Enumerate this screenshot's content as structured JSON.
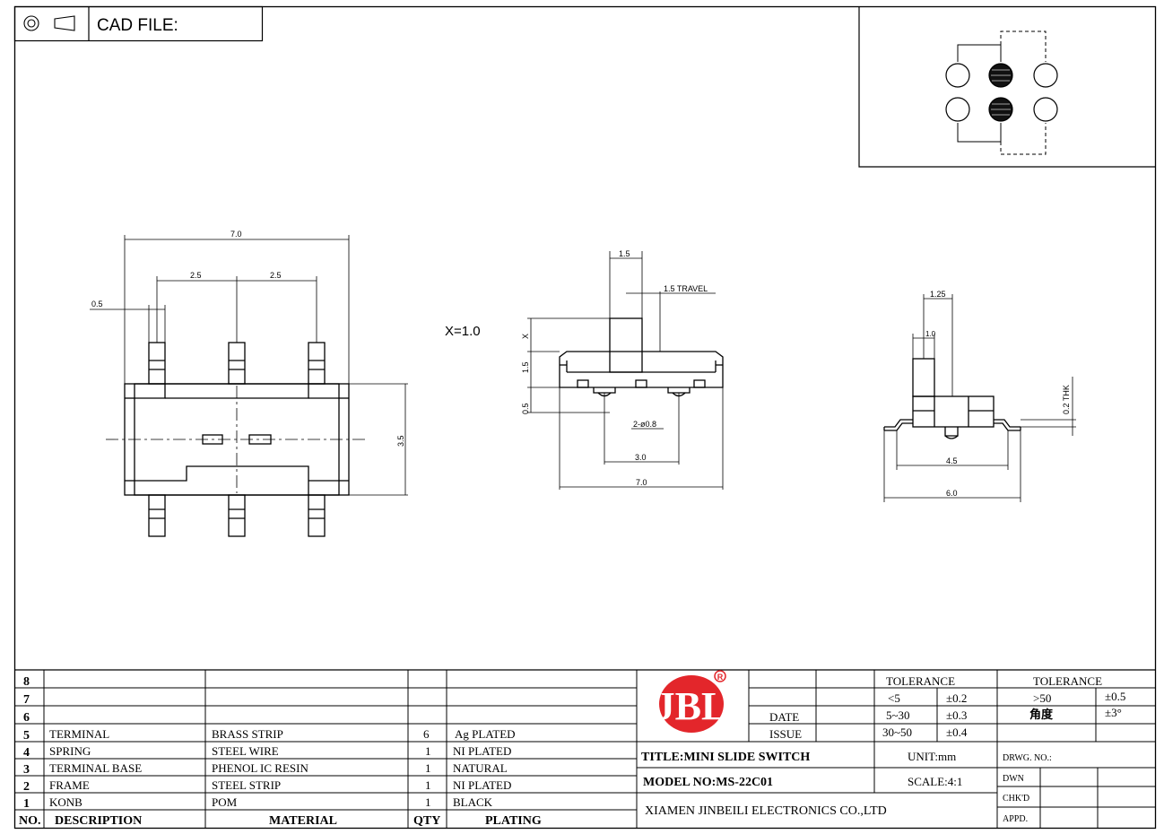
{
  "header": {
    "cad_label": "CAD FILE:"
  },
  "dimensions": {
    "top_view": {
      "overall_width": "7.0",
      "pitch_left": "2.5",
      "pitch_right": "2.5",
      "pin_width": "0.5",
      "body_height": "3.5"
    },
    "side_view": {
      "x_note": "X=1.0",
      "knob_width": "1.5",
      "travel": "1.5 TRAVEL",
      "x_label": "X",
      "knob_height": "1.5",
      "base_height": "0.5",
      "post_dia": "2-ø0.8",
      "post_pitch": "3.0",
      "overall_width": "7.0"
    },
    "end_view": {
      "top_width": "1.25",
      "knob_width": "1.0",
      "thickness": "0.2 THK",
      "inner_width": "4.5",
      "overall_width": "6.0"
    }
  },
  "title_block": {
    "rows": [
      {
        "no": "8",
        "description": "",
        "material": "",
        "qty": "",
        "plating": ""
      },
      {
        "no": "7",
        "description": "",
        "material": "",
        "qty": "",
        "plating": ""
      },
      {
        "no": "6",
        "description": "",
        "material": "",
        "qty": "",
        "plating": ""
      },
      {
        "no": "5",
        "description": "TERMINAL",
        "material": "BRASS STRIP",
        "qty": "6",
        "plating": "Ag PLATED"
      },
      {
        "no": "4",
        "description": "SPRING",
        "material": "STEEL WIRE",
        "qty": "1",
        "plating": "NI PLATED"
      },
      {
        "no": "3",
        "description": "TERMINAL BASE",
        "material": "PHENOL IC RESIN",
        "qty": "1",
        "plating": "NATURAL"
      },
      {
        "no": "2",
        "description": "FRAME",
        "material": "STEEL STRIP",
        "qty": "1",
        "plating": "NI PLATED"
      },
      {
        "no": "1",
        "description": "KONB",
        "material": "POM",
        "qty": "1",
        "plating": "BLACK"
      }
    ],
    "headers": {
      "no": "NO.",
      "description": "DESCRIPTION",
      "material": "MATERIAL",
      "qty": "QTY",
      "plating": "PLATING"
    },
    "date_label": "DATE",
    "issue_label": "ISSUE",
    "tolerance_label": "TOLERANCE",
    "tolerance_left": [
      {
        "range": "<5",
        "value": "±0.2"
      },
      {
        "range": "5~30",
        "value": "±0.3"
      },
      {
        "range": "30~50",
        "value": "±0.4"
      }
    ],
    "tolerance_right": [
      {
        "range": ">50",
        "value": "±0.5"
      },
      {
        "range": "角度",
        "value": "±3°"
      }
    ],
    "title": "TITLE:MINI SLIDE SWITCH",
    "unit": "UNIT:mm",
    "model": "MODEL NO:MS-22C01",
    "scale": "SCALE:4:1",
    "company": "XIAMEN JINBEILI ELECTRONICS CO.,LTD",
    "drwg_no": "DRWG. NO.:",
    "dwn": "DWN",
    "chkd": "CHK'D",
    "appd": "APPD.",
    "logo_text": "JBL",
    "registered_mark": "R",
    "brand_color": "#e3262b"
  }
}
